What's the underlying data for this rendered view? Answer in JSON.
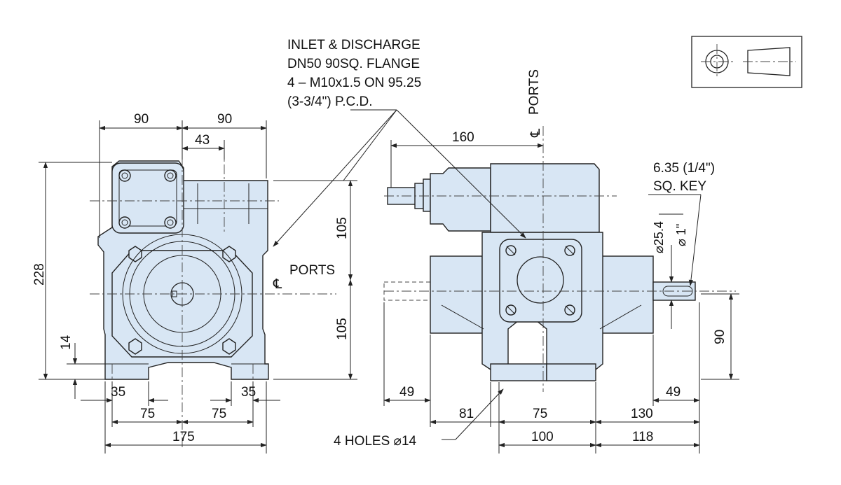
{
  "note_flange": {
    "line1": "INLET  &  DISCHARGE",
    "line2": "DN50  90SQ.  FLANGE",
    "line3": "4 – M10x1.5   ON   95.25",
    "line4": "(3-3/4\")  P.C.D."
  },
  "key_note": {
    "line1": "6.35 (1/4\")",
    "line2": "SQ. KEY"
  },
  "ports_label_front": "PORTS",
  "ports_label_side": "PORTS",
  "centerline_symbol": "℄",
  "holes_note": "4 HOLES  ⌀14",
  "shaft_dia_mm": "⌀25.4",
  "shaft_dia_in": "⌀ 1\"",
  "dims_front": {
    "left_width": "90",
    "right_width": "90",
    "port_offset": "43",
    "overall_height": "228",
    "upper_height": "105",
    "lower_height": "105",
    "foot_height": "14",
    "foot_left": "35",
    "foot_right": "35",
    "bolt_left": "75",
    "bolt_right": "75",
    "base_width": "175"
  },
  "dims_side": {
    "to_ports": "160",
    "shaft_stickout": "49",
    "hole_offset": "81",
    "hole_spacing": "75",
    "right_offset": "130",
    "right_stub": "49",
    "base_length": "100",
    "right_base": "118",
    "shaft_height": "90"
  }
}
